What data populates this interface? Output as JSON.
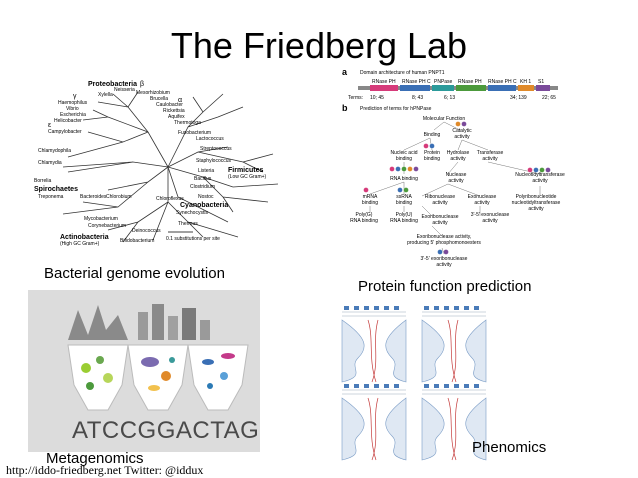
{
  "slide": {
    "title": "The Friedberg Lab",
    "footer": "http://iddo-friedberg.net Twitter: @iddux"
  },
  "panels": {
    "bacterial": {
      "caption": "Bacterial genome evolution",
      "scale_label": "0.1 substitutions per site",
      "clades": [
        "Proteobacteria",
        "β",
        "γ",
        "α",
        "ε",
        "Xylella",
        "Neisseria",
        "Haemophilus",
        "Vibrio",
        "Escherichia",
        "Helicobacter",
        "Campylobacter",
        "Mesorhizobium",
        "Brucella",
        "Caulobacter",
        "Rickettsia",
        "Aquifex",
        "Thermotoga",
        "Fusobacterium",
        "Lactococcus",
        "Streptococcus",
        "Staphylococcus",
        "Listeria",
        "Bacillus",
        "Firmicutes",
        "(Low GC Gram+)",
        "Clostridium",
        "Chlamydophila",
        "Chlamydia",
        "Borrelia",
        "Spirochaetes",
        "Treponema",
        "Bacteroides",
        "Chlorobium",
        "Chloroflexus",
        "Nostoc",
        "Cyanobacteria",
        "Synechocystis",
        "Mycobacterium",
        "Corynebacterium",
        "Deinococcus",
        "Actinobacteria",
        "(High GC Gram+)",
        "Bifidobacterium",
        "Thermus"
      ]
    },
    "protein": {
      "caption": "Protein function prediction",
      "label_a": "a",
      "label_b": "b",
      "domain_title": "Domain architecture of human PNPT1",
      "domains": [
        "RNase PH",
        "RNase PH C",
        "PNPase",
        "RNase PH",
        "RNase PH C",
        "KH 1",
        "S1"
      ],
      "terms_row": [
        "Terms:",
        "10; 45",
        "8; 43",
        "6; 13",
        "34; 139",
        "22; 65"
      ],
      "go_title": "Prediction of terms for hPNPase",
      "go_nodes": [
        "Molecular Function",
        "Binding",
        "Catalytic activity",
        "Nucleic acid binding",
        "Protein binding",
        "Hydrolase activity",
        "Transferase activity",
        "RNA binding",
        "Nuclease activity",
        "Nucleotidyltransferase activity",
        "mRNA binding",
        "ssRNA binding",
        "Ribonuclease activity",
        "Exonuclease activity",
        "Polyribonucleotide nucleotidyltransferase activity",
        "Poly(G) RNA binding",
        "Poly(U) RNA binding",
        "Exoribonuclease activity",
        "3'-5' exonuclease activity",
        "Exoribonuclease activity, producing 5' phosphomonoesters",
        "3'-5' exoribonuclease activity"
      ]
    },
    "metagenomics": {
      "caption": "Metagenomics",
      "dna": "ATCCGGACTAGC"
    },
    "phenomics": {
      "caption": "Phenomics"
    }
  },
  "colors": {
    "domain_pink": "#d63b7a",
    "domain_blue": "#3a6fb5",
    "domain_green": "#4c9a3c",
    "domain_teal": "#2b9a9a",
    "domain_orange": "#e08a2a",
    "domain_purple": "#7a4a9a",
    "meta_bg": "#dcdcdc",
    "pheno_blue": "#4a7bb8",
    "pheno_red": "#c43a3a"
  }
}
